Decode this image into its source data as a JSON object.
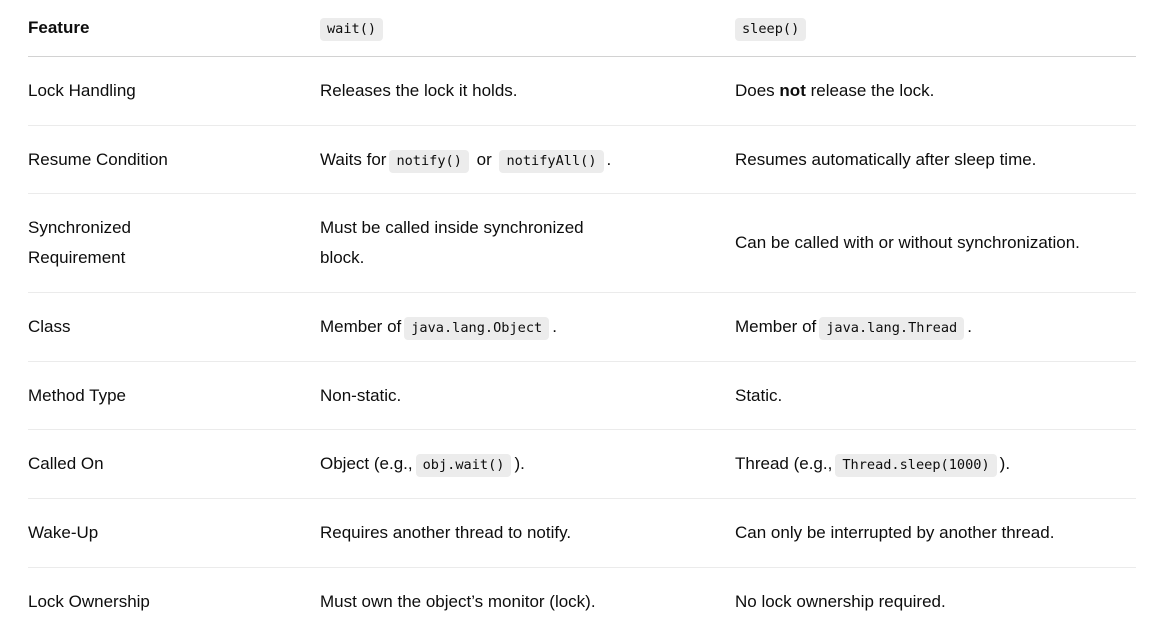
{
  "theme": {
    "page_bg": "#ffffff",
    "text_color": "#0d0d0d",
    "code_bg": "#ececec",
    "header_border": "#d2d2d2",
    "row_border": "#ebebeb"
  },
  "table": {
    "header": {
      "feature_label": "Feature",
      "wait_label": "wait()",
      "sleep_label": "sleep()"
    },
    "rows": [
      {
        "feature": "Lock Handling",
        "wait": [
          {
            "t": "text",
            "v": "Releases the lock it holds."
          }
        ],
        "sleep": [
          {
            "t": "text",
            "v": "Does "
          },
          {
            "t": "bold",
            "v": "not"
          },
          {
            "t": "text",
            "v": " release the lock."
          }
        ]
      },
      {
        "feature": "Resume Condition",
        "wait": [
          {
            "t": "text",
            "v": "Waits for"
          },
          {
            "t": "code",
            "v": "notify()"
          },
          {
            "t": "text",
            "v": " or "
          },
          {
            "t": "code",
            "v": "notifyAll()"
          },
          {
            "t": "text",
            "v": "."
          }
        ],
        "sleep": [
          {
            "t": "text",
            "v": "Resumes automatically after sleep time."
          }
        ]
      },
      {
        "feature": "Synchronized Requirement",
        "wait": [
          {
            "t": "text",
            "v": "Must be called inside synchronized block."
          }
        ],
        "sleep": [
          {
            "t": "text",
            "v": "Can be called with or without synchronization."
          }
        ]
      },
      {
        "feature": "Class",
        "wait": [
          {
            "t": "text",
            "v": "Member of"
          },
          {
            "t": "code",
            "v": "java.lang.Object"
          },
          {
            "t": "text",
            "v": "."
          }
        ],
        "sleep": [
          {
            "t": "text",
            "v": "Member of"
          },
          {
            "t": "code",
            "v": "java.lang.Thread"
          },
          {
            "t": "text",
            "v": "."
          }
        ]
      },
      {
        "feature": "Method Type",
        "wait": [
          {
            "t": "text",
            "v": "Non-static."
          }
        ],
        "sleep": [
          {
            "t": "text",
            "v": "Static."
          }
        ]
      },
      {
        "feature": "Called On",
        "wait": [
          {
            "t": "text",
            "v": "Object (e.g.,"
          },
          {
            "t": "code",
            "v": "obj.wait()"
          },
          {
            "t": "text",
            "v": ")."
          }
        ],
        "sleep": [
          {
            "t": "text",
            "v": "Thread (e.g.,"
          },
          {
            "t": "code",
            "v": "Thread.sleep(1000)"
          },
          {
            "t": "text",
            "v": ")."
          }
        ]
      },
      {
        "feature": "Wake-Up",
        "wait": [
          {
            "t": "text",
            "v": "Requires another thread to notify."
          }
        ],
        "sleep": [
          {
            "t": "text",
            "v": "Can only be interrupted by another thread."
          }
        ]
      },
      {
        "feature": "Lock Ownership",
        "wait": [
          {
            "t": "text",
            "v": "Must own the object’s monitor (lock)."
          }
        ],
        "sleep": [
          {
            "t": "text",
            "v": "No lock ownership required."
          }
        ]
      }
    ]
  }
}
